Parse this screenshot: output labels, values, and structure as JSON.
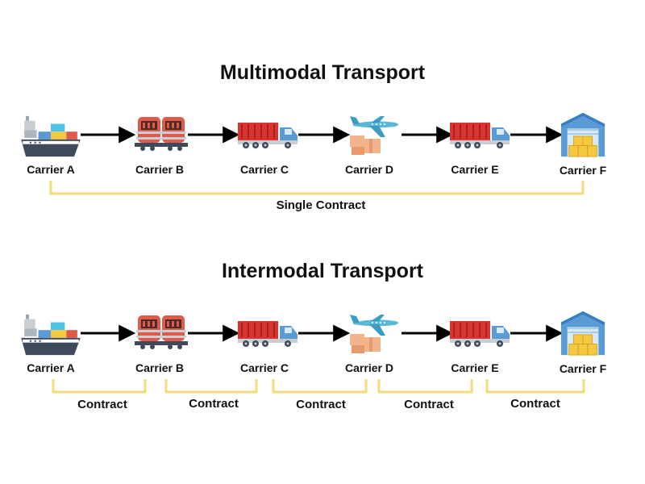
{
  "multimodal": {
    "title": "Multimodal Transport",
    "carriers": [
      "Carrier A",
      "Carrier B",
      "Carrier C",
      "Carrier D",
      "Carrier E",
      "Carrier F"
    ],
    "contract_label": "Single Contract"
  },
  "intermodal": {
    "title": "Intermodal Transport",
    "carriers": [
      "Carrier A",
      "Carrier B",
      "Carrier C",
      "Carrier D",
      "Carrier E",
      "Carrier F"
    ],
    "contract_labels": [
      "Contract",
      "Contract",
      "Contract",
      "Contract",
      "Contract"
    ]
  },
  "icons": [
    "cargo-ship-icon",
    "train-icon",
    "truck-icon",
    "airplane-icon",
    "truck-icon",
    "warehouse-icon"
  ],
  "colors": {
    "bracket": "#f3dc7a",
    "arrow": "#000000",
    "ship_hull": "#3f4a5a",
    "train_red": "#e05a4a",
    "truck_red": "#d9342f",
    "truck_cab": "#5b9bd5",
    "plane_blue": "#5bb8d9",
    "box_peach": "#f2b48c",
    "warehouse_blue": "#5b9bd5",
    "warehouse_box": "#f5c842"
  }
}
